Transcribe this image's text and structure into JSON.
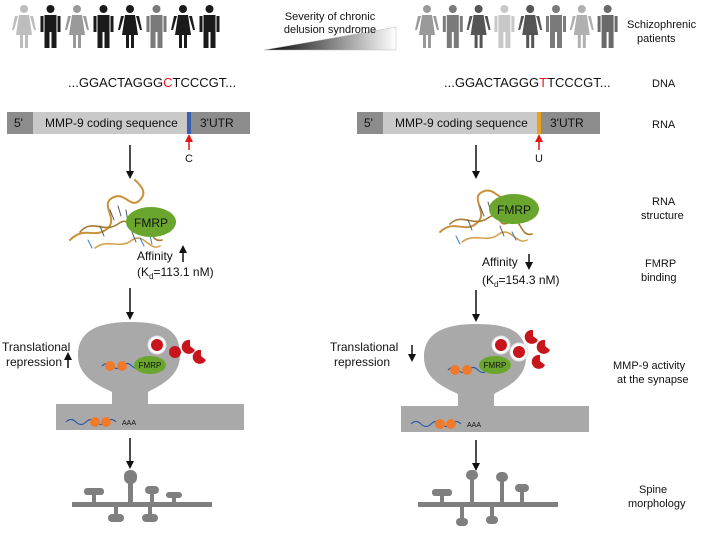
{
  "header": {
    "severity_line1": "Severity of chronic",
    "severity_line2": "delusion syndrome"
  },
  "left": {
    "dna_prefix": "...GGACTAGGG",
    "dna_variant": "C",
    "dna_suffix": "TCCCGT...",
    "rna_5prime": "5'",
    "rna_coding": "MMP-9 coding sequence",
    "rna_3utr": "3'UTR",
    "rna_base": "C",
    "fmrp": "FMRP",
    "affinity": "Affinity",
    "kd_prefix": "(K",
    "kd_sub": "d",
    "kd_value": "=113.1 nM)",
    "repression_line1": "Translational",
    "repression_line2": "repression",
    "synapse_fmrp": "FMRP",
    "polya": "AAA"
  },
  "right": {
    "dna_prefix": "...GGACTAGGG",
    "dna_variant": "T",
    "dna_suffix": "TCCCGT...",
    "rna_5prime": "5'",
    "rna_coding": "MMP-9 coding sequence",
    "rna_3utr": "3'UTR",
    "rna_base": "U",
    "fmrp": "FMRP",
    "affinity": "Affinity",
    "kd_prefix": "(K",
    "kd_sub": "d",
    "kd_value": "=154.3 nM)",
    "repression_line1": "Translational",
    "repression_line2": "repression",
    "synapse_fmrp": "FMRP",
    "polya": "AAA"
  },
  "row_labels": {
    "patients_1": "Schizophrenic",
    "patients_2": "patients",
    "dna": "DNA",
    "rna": "RNA",
    "structure_1": "RNA",
    "structure_2": "structure",
    "binding_1": "FMRP",
    "binding_2": "binding",
    "activity_1": "MMP-9 activity",
    "activity_2": "at the synapse",
    "spine_1": "Spine",
    "spine_2": "morphology"
  },
  "colors": {
    "variant_red": "#e0161b",
    "left_marker": "#3a5fb0",
    "right_marker": "#e8a41a",
    "fmrp_green": "#6aa62e",
    "synapse_gray": "#a9a9a9",
    "mmp_red": "#c8151b"
  },
  "patients": {
    "left_shades": [
      "#bdbdbd",
      "#1a1a1a",
      "#9a9a9a",
      "#1a1a1a",
      "#1a1a1a",
      "#7a7a7a",
      "#1a1a1a",
      "#1a1a1a"
    ],
    "right_shades": [
      "#9a9a9a",
      "#7a7a7a",
      "#555555",
      "#c8c8c8",
      "#555555",
      "#7a7a7a",
      "#b0b0b0",
      "#6a6a6a"
    ]
  }
}
